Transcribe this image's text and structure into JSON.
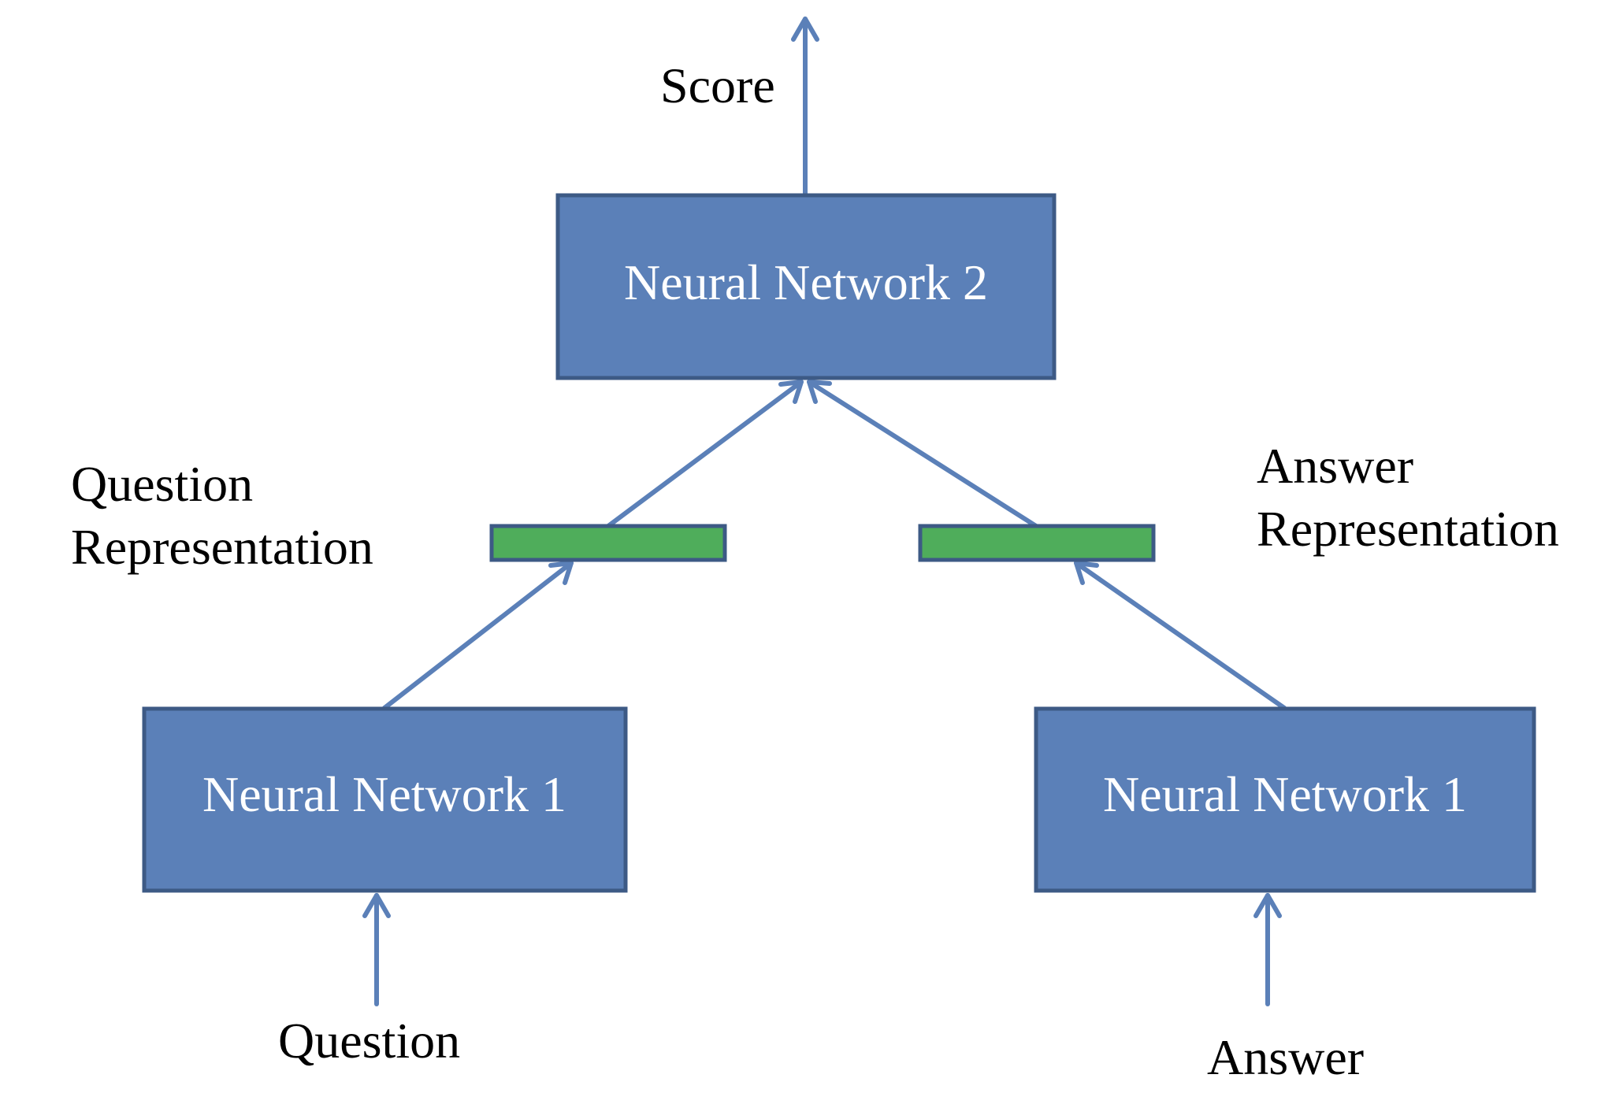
{
  "nodes": {
    "nn2": {
      "label": "Neural Network 2"
    },
    "nn1_question": {
      "label": "Neural Network 1"
    },
    "nn1_answer": {
      "label": "Neural Network 1"
    }
  },
  "labels": {
    "score": "Score",
    "question_representation_line1": "Question",
    "question_representation_line2": "Representation",
    "answer_representation_line1": "Answer",
    "answer_representation_line2": "Representation",
    "question": "Question",
    "answer": "Answer"
  },
  "colors": {
    "box_fill": "#5b80b8",
    "box_border": "#3d5a85",
    "representation_fill": "#4fad5b",
    "arrow": "#5b80b8",
    "box_text": "#ffffff",
    "label_text": "#000000"
  },
  "edges": [
    {
      "from": "question",
      "to": "nn1_question"
    },
    {
      "from": "answer",
      "to": "nn1_answer"
    },
    {
      "from": "nn1_question",
      "to": "question_representation"
    },
    {
      "from": "nn1_answer",
      "to": "answer_representation"
    },
    {
      "from": "question_representation",
      "to": "nn2"
    },
    {
      "from": "answer_representation",
      "to": "nn2"
    },
    {
      "from": "nn2",
      "to": "score"
    }
  ]
}
